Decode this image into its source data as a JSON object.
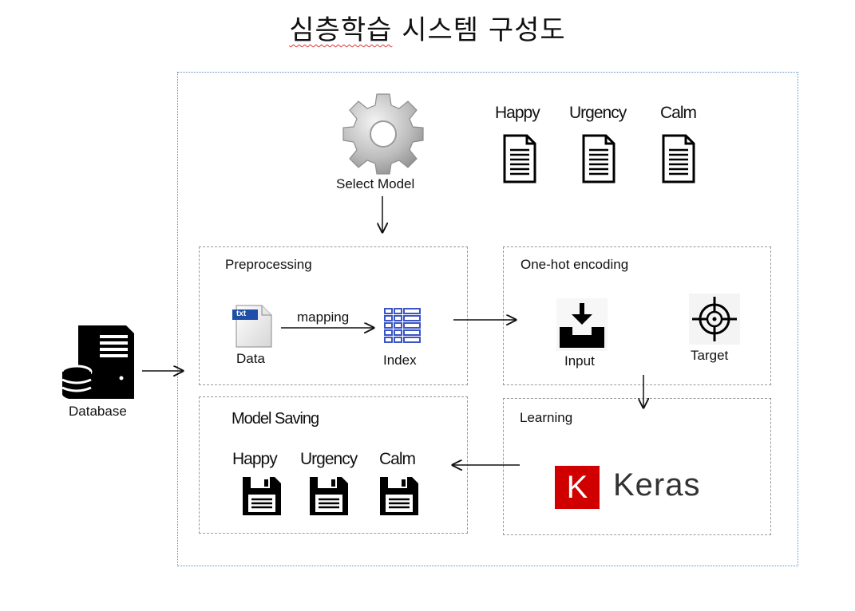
{
  "title": {
    "highlight": "심층학습",
    "rest": " 시스템 구성도"
  },
  "database": {
    "label": "Database",
    "icon": "database-server-icon"
  },
  "select_model": {
    "label": "Select Model",
    "icon": "gear-icon"
  },
  "emotions_top": [
    "Happy",
    "Urgency",
    "Calm"
  ],
  "preprocessing": {
    "title": "Preprocessing",
    "data_label": "Data",
    "txt_badge": "txt",
    "mapping_label": "mapping",
    "index_label": "Index"
  },
  "one_hot": {
    "title": "One-hot encoding",
    "input_label": "Input",
    "target_label": "Target"
  },
  "learning": {
    "title": "Learning",
    "keras_logo_letter": "K",
    "keras_text": "Keras",
    "keras_color": "#d00000"
  },
  "model_saving": {
    "title": "Model Saving",
    "items": [
      "Happy",
      "Urgency",
      "Calm"
    ]
  }
}
